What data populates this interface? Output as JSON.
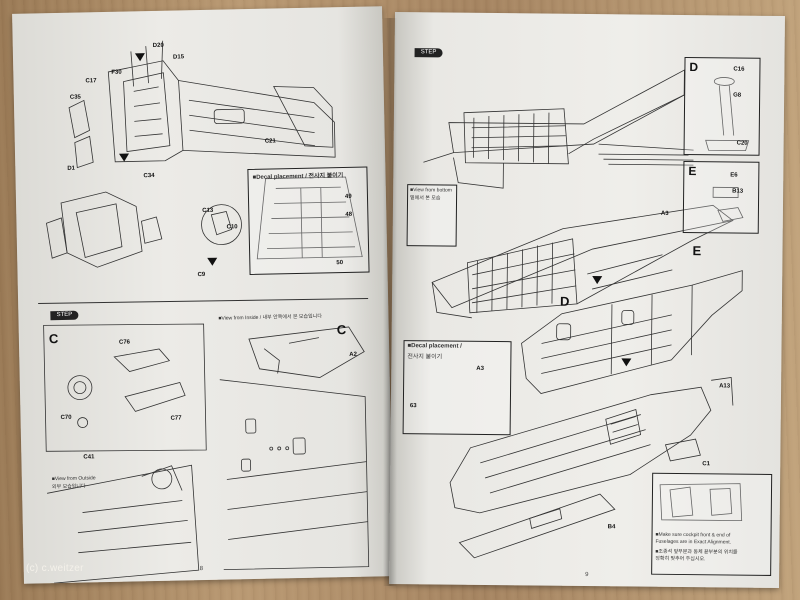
{
  "watermark": "(c) c.weitzer",
  "left_page": {
    "parts_top": [
      "D20",
      "D15",
      "F30",
      "C17",
      "C35",
      "D1",
      "C34",
      "C21",
      "C13",
      "C10",
      "C9"
    ],
    "decal_box": {
      "title": "■Decal placement / 전사지 붙이기",
      "callouts": [
        "49",
        "48",
        "50"
      ]
    },
    "section_c": {
      "label": "C",
      "parts": [
        "C76",
        "C70",
        "C77",
        "C41"
      ],
      "view_outside": "■View from Outside",
      "view_outside_kr": "외부 모습입니다"
    },
    "view_inside": "■View from Inside / 내부 안쪽에서 본 모습입니다",
    "label_c2": "C",
    "part_a2": "A2",
    "page_number": "8"
  },
  "right_page": {
    "box_d": {
      "label": "D",
      "parts": [
        "C16",
        "C20",
        "G8"
      ]
    },
    "box_e": {
      "label": "E",
      "parts": [
        "E6",
        "B13"
      ]
    },
    "view_bottom": "■View from bottom",
    "view_bottom_kr": "밑에서 본 모습",
    "parts": [
      "A3",
      "A13",
      "C1",
      "B4"
    ],
    "labels": [
      "D",
      "E"
    ],
    "decal_box": {
      "title": "■Decal placement /",
      "title_kr": "전사지 붙이기",
      "part": "A3",
      "callout": "63"
    },
    "alignment_note": {
      "en_1": "■Make sure cockpit front & end of",
      "en_2": "Fuselages are in Exact Alignment.",
      "kr_1": "■조종석 앞부분과 동체 끝부분의 위치를",
      "kr_2": "정확히 맞추어 주십시오."
    },
    "page_number": "9"
  }
}
